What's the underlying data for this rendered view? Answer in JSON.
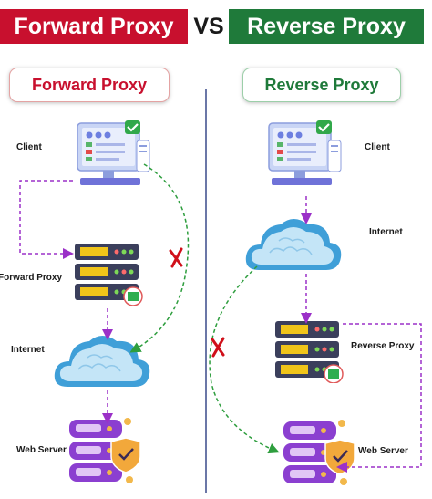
{
  "header": {
    "left_title": "Forward Proxy",
    "vs": "VS",
    "right_title": "Reverse Proxy"
  },
  "forward": {
    "heading": "Forward Proxy",
    "client": "Client",
    "proxy": "Forward Proxy",
    "internet": "Internet",
    "server": "Web Server"
  },
  "reverse": {
    "heading": "Reverse Proxy",
    "client": "Client",
    "internet": "Internet",
    "proxy": "Reverse Proxy",
    "server": "Web Server"
  },
  "colors": {
    "forward_accent": "#c8102e",
    "reverse_accent": "#1f7a3a",
    "route_arrow": "#9b30c8",
    "blocked_arrow": "#2e9e3e",
    "blocked_mark": "#d0101a",
    "divider": "#3a4a8a"
  }
}
